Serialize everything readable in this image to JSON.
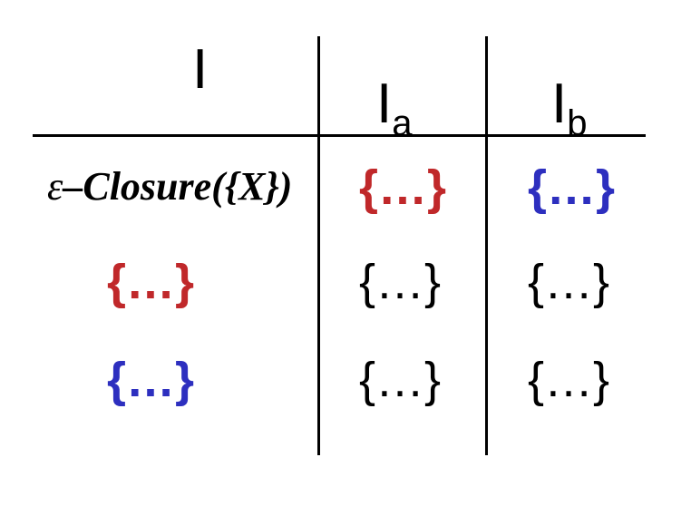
{
  "colors": {
    "red": "#c0282a",
    "blue": "#2d2fbf",
    "black": "#000000"
  },
  "header": {
    "col1": "I",
    "col2_base": "I",
    "col2_sub": "a",
    "col3_base": "I",
    "col3_sub": "b"
  },
  "rows": [
    {
      "label_symbol": "ε",
      "label_text": "–Closure({X})",
      "a": {
        "text": "{…}",
        "color": "red"
      },
      "b": {
        "text": "{…}",
        "color": "blue"
      }
    },
    {
      "label": {
        "text": "{…}",
        "color": "red"
      },
      "a": {
        "text": "{…}",
        "color": "black"
      },
      "b": {
        "text": "{…}",
        "color": "black"
      }
    },
    {
      "label": {
        "text": "{…}",
        "color": "blue"
      },
      "a": {
        "text": "{…}",
        "color": "black"
      },
      "b": {
        "text": "{…}",
        "color": "black"
      }
    }
  ]
}
